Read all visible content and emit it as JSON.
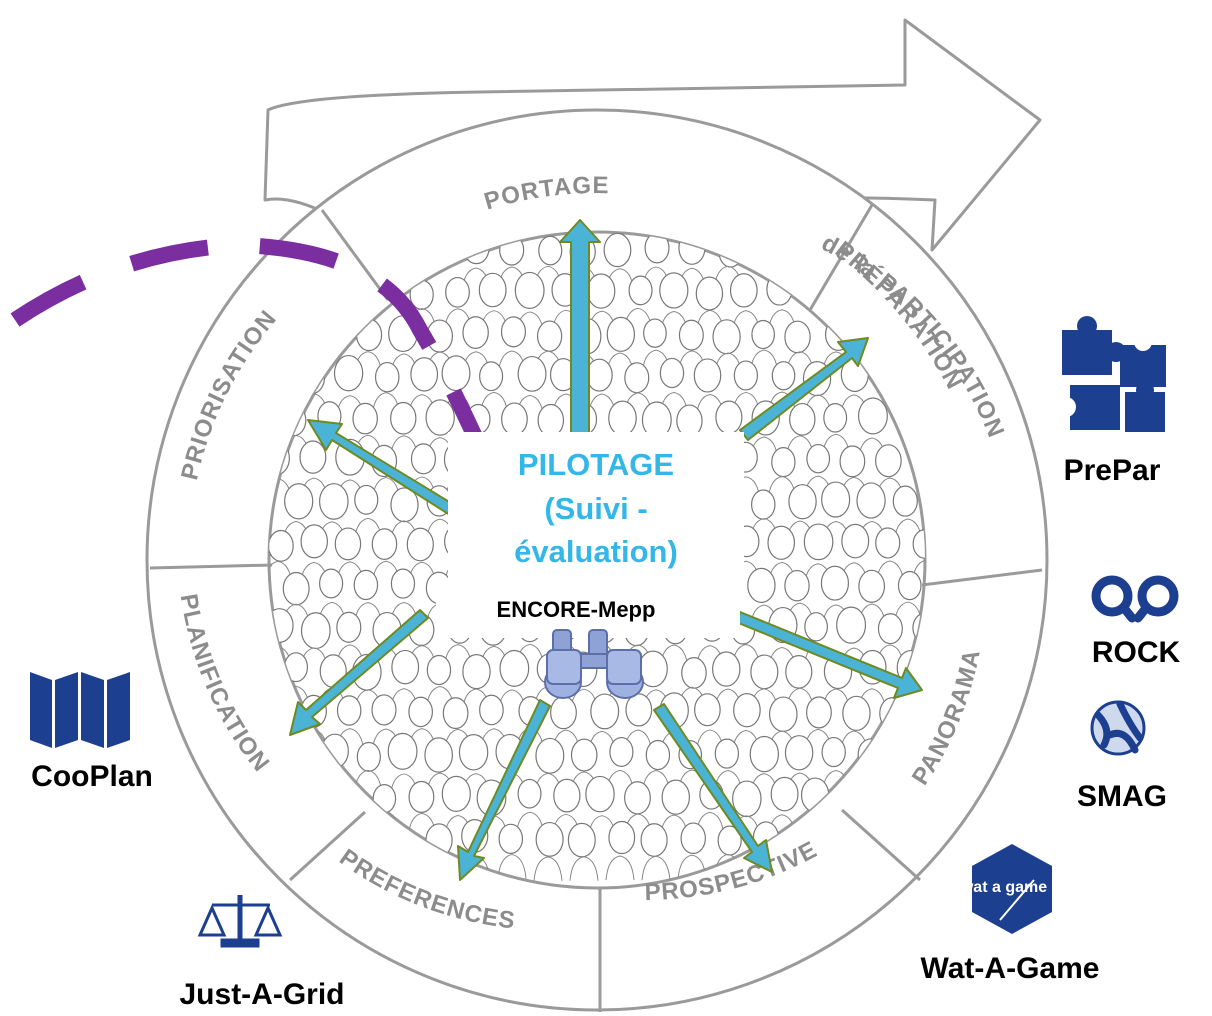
{
  "segments": {
    "portage": "PORTAGE",
    "preparation_line1": "PRÉPARATION",
    "preparation_line2": "de la PARTICIPATION",
    "panorama": "PANORAMA",
    "prospective": "PROSPECTIVE",
    "preferences": "PREFERENCES",
    "planification": "PLANIFICATION",
    "priorisation": "PRIORISATION"
  },
  "center": {
    "title": "PILOTAGE",
    "subtitle1": "(Suivi -",
    "subtitle2": "évaluation)",
    "tool": "ENCORE-Mepp"
  },
  "tools": {
    "prepar": "PrePar",
    "rock": "ROCK",
    "smag": "SMAG",
    "watagame": "Wat-A-Game",
    "watagame_logo": "wat a game",
    "cooplan": "CooPlan",
    "justagrid": "Just-A-Grid"
  },
  "colors": {
    "ring_stroke": "#9a9a9a",
    "segment_text": "#8c8c8c",
    "arrow_fill": "#4bb3d6",
    "arrow_stroke": "#6f8a1f",
    "dashed_path": "#7a2ea0",
    "center_title": "#33b7e8",
    "icon_blue": "#1d3f8f"
  }
}
